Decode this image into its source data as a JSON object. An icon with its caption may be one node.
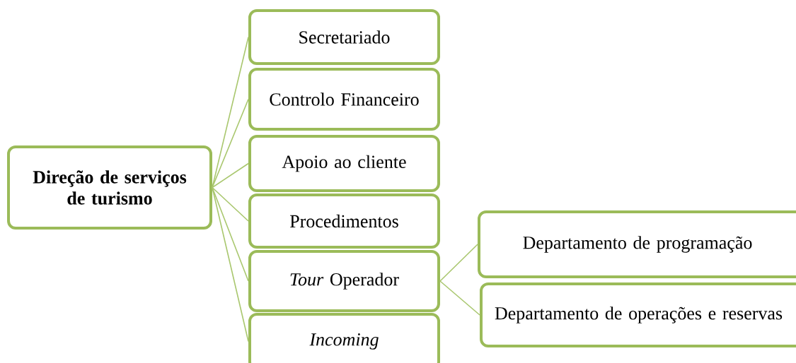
{
  "diagram": {
    "nodes": [
      {
        "text": [
          "Direção de serviços de turismo"
        ]
      },
      {
        "text": [
          "Secretariado"
        ]
      },
      {
        "text": [
          "Controlo Financeiro"
        ]
      },
      {
        "text": [
          "Apoio ao cliente"
        ]
      },
      {
        "text": [
          "Procedimentos"
        ]
      },
      {
        "text": [
          "*Tour* Operador"
        ]
      },
      {
        "text": [
          "Incoming"
        ]
      },
      {
        "text": [
          "Departamento de programação"
        ]
      },
      {
        "text": [
          "Departamento de operações e reservas"
        ]
      }
    ],
    "edges": [
      {
        "from": 0,
        "to": 1,
        "arrow": "none"
      },
      {
        "from": 0,
        "to": 2,
        "arrow": "none"
      },
      {
        "from": 0,
        "to": 3,
        "arrow": "none"
      },
      {
        "from": 0,
        "to": 4,
        "arrow": "none"
      },
      {
        "from": 0,
        "to": 5,
        "arrow": "none"
      },
      {
        "from": 0,
        "to": 6,
        "arrow": "none"
      },
      {
        "from": 5,
        "to": 7,
        "arrow": "none"
      },
      {
        "from": 5,
        "to": 8,
        "arrow": "none"
      }
    ]
  }
}
